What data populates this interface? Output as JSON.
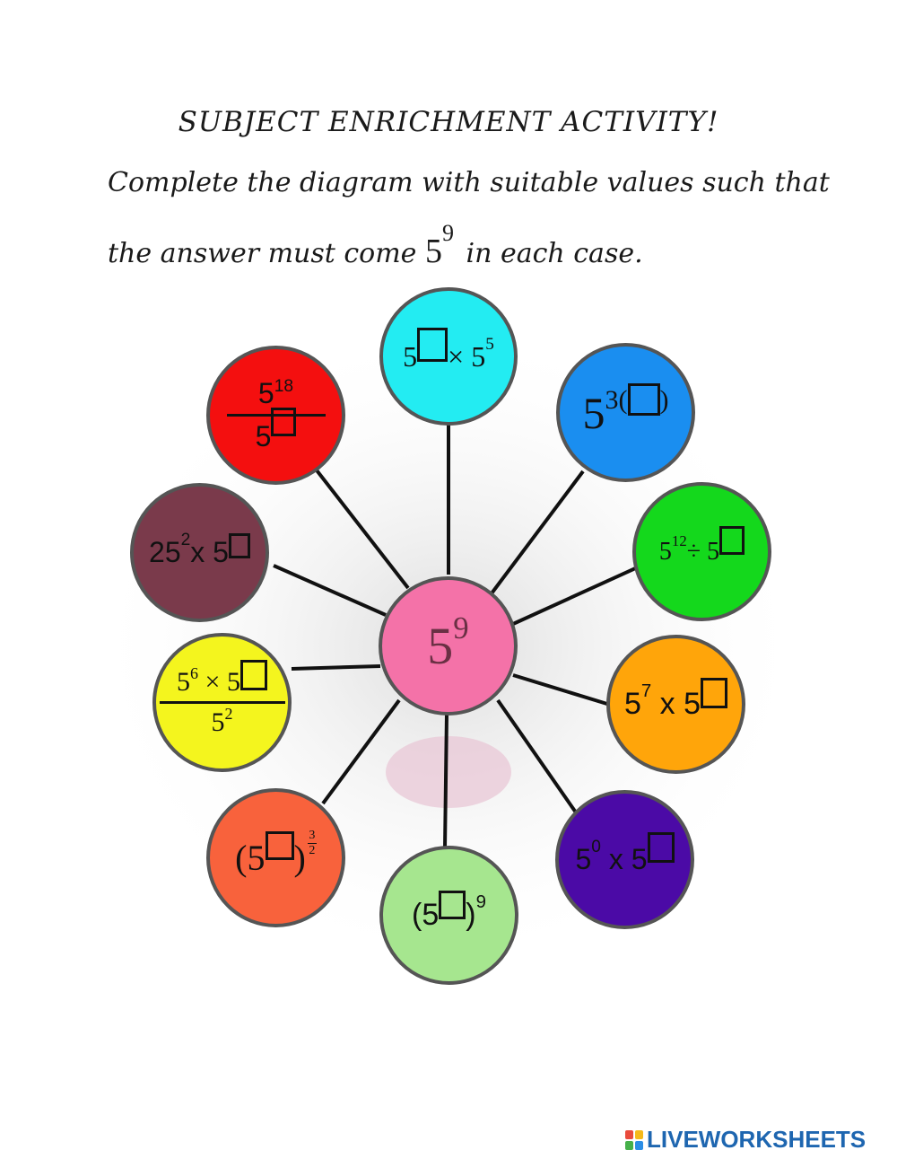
{
  "header": {
    "title": "SUBJECT ENRICHMENT ACTIVITY!",
    "instruction_line1": "Complete the diagram with suitable values such that",
    "instruction_line2_prefix": "the answer must come",
    "answer_base": "5",
    "answer_exponent": "9",
    "instruction_line2_suffix": "in each case."
  },
  "center": {
    "base": "5",
    "exponent": "9",
    "color": "#f472a8"
  },
  "circles": {
    "top": {
      "base": "5",
      "times": "× 5",
      "exp": "5",
      "color": "#23ecf2"
    },
    "top_right": {
      "base": "5",
      "exp_prefix": "3(",
      "exp_suffix": ")",
      "color": "#1a8ef0"
    },
    "right_upper": {
      "base": "5",
      "exp": "12",
      "op": "÷ 5",
      "color": "#14d81c"
    },
    "right_lower": {
      "base": "5",
      "exp": "7",
      "op": "x 5",
      "color": "#ffa50a"
    },
    "bottom_right": {
      "base": "5",
      "exp": "0",
      "op": "x 5",
      "color": "#4b0aa6"
    },
    "bottom": {
      "open": "(5",
      "close": ")",
      "exp": "9",
      "color": "#a6e68f"
    },
    "bottom_left": {
      "open": "(5",
      "close": ")",
      "exp_num": "3",
      "exp_den": "2",
      "color": "#f8623c"
    },
    "left_lower": {
      "num_base": "5",
      "num_exp": "6",
      "num_op": "× 5",
      "den_base": "5",
      "den_exp": "2",
      "color": "#f4f51e"
    },
    "left_upper": {
      "base": "25",
      "exp": "2",
      "op": "x 5",
      "color": "#7a3a4b"
    },
    "top_left": {
      "num_base": "5",
      "num_exp": "18",
      "den_base": "5",
      "color": "#f40f0f"
    }
  },
  "footer": {
    "logo_text": "LIVEWORKSHEETS"
  }
}
